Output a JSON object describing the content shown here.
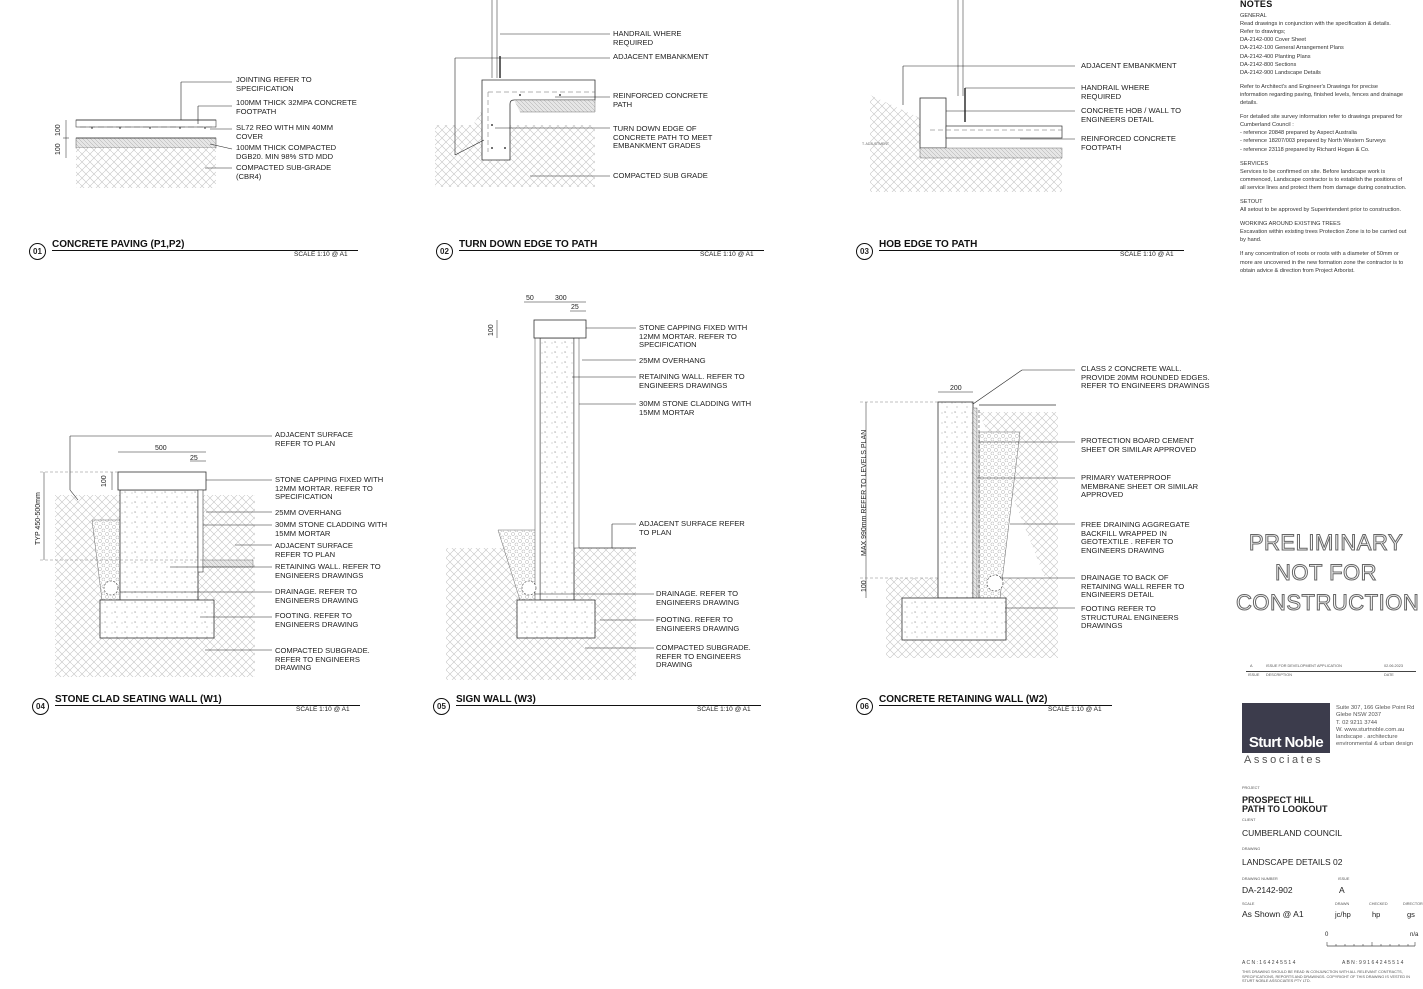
{
  "details": [
    {
      "num": "01",
      "title": "CONCRETE PAVING (P1,P2)",
      "scale": "SCALE  1:10 @ A1",
      "labels": [
        "JOINTING REFER TO\nSPECIFICATION",
        "100mm THICK 32MPa CONCRETE\nFOOTPATH",
        "SL72 REO WITH MIN 40mm\nCOVER",
        "100mm THICK COMPACTED\nDGB20. MIN 98% STD MDD",
        "COMPACTED SUB-GRADE\n(CBR4)"
      ],
      "dims": [
        "100",
        "100"
      ]
    },
    {
      "num": "02",
      "title": "TURN DOWN EDGE TO PATH",
      "scale": "SCALE  1:10 @ A1",
      "labels": [
        "HANDRAIL WHERE\nREQUIRED",
        "ADJACENT EMBANKMENT",
        "REINFORCED CONCRETE\nPATH",
        "TURN DOWN EDGE OF\nCONCRETE PATH TO MEET\nEMBANKMENT GRADES",
        "COMPACTED SUB GRADE"
      ]
    },
    {
      "num": "03",
      "title": "HOB EDGE TO PATH",
      "scale": "SCALE  1:10 @ A1",
      "labels": [
        "ADJACENT EMBANKMENT",
        "HANDRAIL WHERE\nREQUIRED",
        "CONCRETE HOB / WALL TO\nENGINEERS DETAIL",
        "REINFORCED CONCRETE\nFOOTPATH"
      ]
    },
    {
      "num": "04",
      "title": "STONE CLAD SEATING WALL (W1)",
      "scale": "SCALE  1:10 @ A1",
      "labels": [
        "ADJACENT SURFACE\nREFER TO PLAN",
        "STONE CAPPING FIXED WITH\n12mm MORTAR. REFER TO\nSPECIFICATION",
        "25mm OVERHANG",
        "30mm STONE CLADDING WITH\n15mm MORTAR",
        "ADJACENT SURFACE\nREFER TO PLAN",
        "RETAINING WALL. REFER TO\nENGINEERS DRAWINGS",
        "DRAINAGE. REFER TO\nENGINEERS DRAWING",
        "FOOTING. REFER TO\nENGINEERS DRAWING",
        "COMPACTED SUBGRADE.\nREFER TO ENGINEERS\nDRAWING"
      ],
      "dims": [
        "500",
        "25",
        "100",
        "TYP 450-500mm"
      ]
    },
    {
      "num": "05",
      "title": "SIGN WALL (W3)",
      "scale": "SCALE  1:10 @ A1",
      "labels": [
        "STONE CAPPING FIXED WITH\n12mm MORTAR. REFER TO\nSPECIFICATION",
        "25mm OVERHANG",
        "RETAINING WALL. REFER TO\nENGINEERS DRAWINGS",
        "30mm STONE CLADDING WITH\n15mm MORTAR",
        "ADJACENT SURFACE REFER\nTO PLAN",
        "DRAINAGE. REFER TO\nENGINEERS DRAWING",
        "FOOTING. REFER TO\nENGINEERS DRAWING",
        "COMPACTED SUBGRADE.\nREFER TO ENGINEERS\nDRAWING"
      ],
      "dims": [
        "50",
        "300",
        "25",
        "100"
      ]
    },
    {
      "num": "06",
      "title": "CONCRETE RETAINING WALL (W2)",
      "scale": "SCALE  1:10 @ A1",
      "labels": [
        "CLASS 2 CONCRETE WALL.\nPROVIDE 20mm ROUNDED EDGES.\nREFER TO ENGINEERS DRAWINGS",
        "PROTECTION BOARD CEMENT\nSHEET OR SIMILAR APPROVED",
        "PRIMARY WATERPROOF\nMEMBRANE SHEET OR SIMILAR\nAPPROVED",
        "FREE DRAINING AGGREGATE\nBACKFILL WRAPPED IN\nGEOTEXTILE . REFER TO\nENGINEERS DRAWING",
        "DRAINAGE TO BACK OF\nRETAINING WALL REFER TO\nENGINEERS DETAIL",
        "FOOTING REFER TO\nSTRUCTURAL ENGINEERS\nDRAWINGS"
      ],
      "dims": [
        "200",
        "MAX 990mm  REFER TO LEVELS PLAN",
        "100"
      ]
    }
  ],
  "notes": {
    "heading": "NOTES",
    "general_title": "GENERAL",
    "general_intro": [
      "Read drawings in conjunction with the specification & details.",
      "Refer to drawings;"
    ],
    "drawings": [
      "DA-2142-000 Cover Sheet",
      "DA-2142-100 General Arrangement Plans",
      "DA-2142-400 Planting Plans",
      "DA-2142-800 Sections",
      "DA-2142-900 Landscape Details"
    ],
    "architect": [
      "Refer to Architect's and Engineer's Drawings for precise",
      "information regarding paving, finished levels, fences and drainage",
      "details."
    ],
    "survey": [
      "For detailed site survey information refer to drawings prepared for",
      "Cumberland Council :"
    ],
    "survey_refs": [
      "-        reference 20848 prepared by Aspect Australia",
      "-        reference 18207/003 prepared by North Western Surveys",
      "-        reference 23118 prepared by Richard Hogan & Co."
    ],
    "services_title": "SERVICES",
    "services": [
      "Services to be confirmed on site. Before landscape work is",
      "commenced, Landscape contractor is to establish the positions of",
      "all service lines and protect them from damage during construction."
    ],
    "setout_title": "SETOUT",
    "setout": [
      "All setout to be approved by Superintendent prior to construction."
    ],
    "trees_title": "WORKING AROUND EXISTING TREES",
    "trees": [
      "Excavation within existing trees Protection Zone is to be carried out",
      "by hand."
    ],
    "roots": [
      "If any concentration of roots or roots with a diameter of 50mm or",
      "more are uncovered in the new formation zone the contractor is to",
      "obtain advice & direction from Project Arborist."
    ]
  },
  "stamp": [
    "PRELIMINARY",
    "NOT FOR",
    "CONSTRUCTION"
  ],
  "revision": {
    "rev": "A",
    "description": "ISSUE FOR DEVELOPMENT APPLICATION",
    "date": "02.06.2023",
    "col_issue": "ISSUE",
    "col_desc": "DESCRIPTION",
    "col_date": "DATE"
  },
  "firm": {
    "name": "Sturt Noble",
    "sub": "Associates",
    "address": [
      "Suite 307, 166 Glebe Point Rd",
      "Glebe NSW 2037",
      "T.   02 9211 3744",
      "W.  www.sturtnoble.com.au",
      "landscape . architecture",
      "environmental & urban design"
    ]
  },
  "titleblock": {
    "project_label": "PROJECT",
    "project": [
      "PROSPECT HILL",
      "PATH TO LOOKOUT"
    ],
    "client_label": "CLIENT",
    "client": "CUMBERLAND COUNCIL",
    "drawing_label": "DRAWING",
    "drawing": "LANDSCAPE DETAILS 02",
    "number_label": "DRAWING NUMBER",
    "number": "DA-2142-902",
    "issue_label": "ISSUE",
    "issue": "A",
    "scale_label": "SCALE",
    "scale": "As Shown @ A1",
    "drawn_label": "DRAWN",
    "drawn": "jc/hp",
    "checked_label": "CHECKED",
    "checked": "hp",
    "director_label": "DIRECTOR",
    "director": "gs",
    "bar_start": "0",
    "bar_end": "n/a",
    "acn": "A C N :   1 6 4   2 4 5   5 1 4",
    "abn": "A B N :   9 9   1 6 4   2 4 5   5 1 4",
    "disclaimer": [
      "THIS DRAWING SHOULD BE READ IN CONJUNCTION WITH ALL RELEVANT CONTRACTS,",
      "SPECIFICATIONS, REPORTS AND DRAWINGS. COPYRIGHT OF THIS DRAWING IS VESTED IN",
      "STURT NOBLE ASSOCIATES PTY LTD."
    ]
  }
}
